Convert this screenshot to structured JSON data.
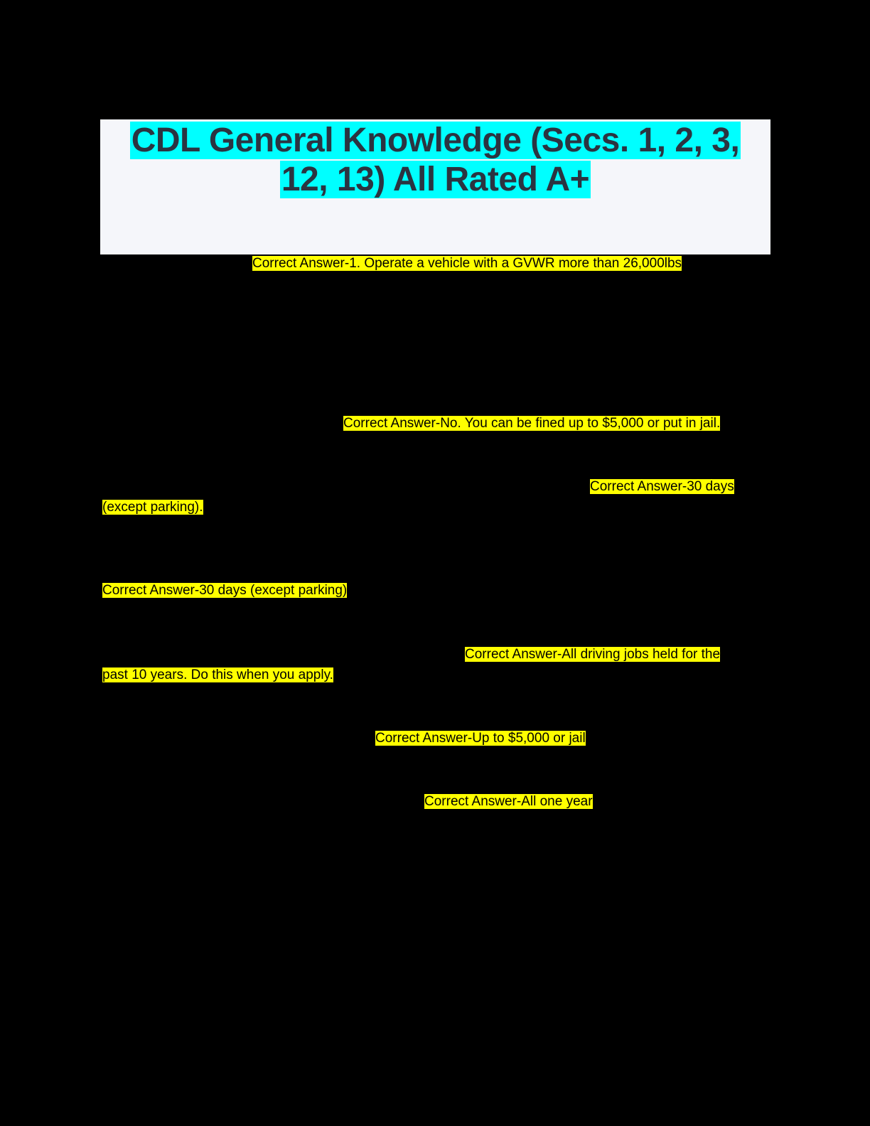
{
  "document": {
    "title_line1": "CDL General Knowledge (Secs. 1, 2, 3,",
    "title_line2": "12, 13) All Rated A+",
    "colors": {
      "page_background": "#000000",
      "header_background": "#f5f6fa",
      "title_highlight": "#00ffff",
      "title_text": "#2b3441",
      "answer_highlight": "#ffff00"
    },
    "answers": [
      {
        "text": "Correct Answer-1. Operate a vehicle with a GVWR more than 26,000lbs"
      },
      {
        "text": "Correct Answer-No. You can be fined up to $5,000 or put in jail."
      },
      {
        "line1": "Correct Answer-30 days",
        "line2": "(except parking)."
      },
      {
        "text": "Correct Answer-30 days (except parking)"
      },
      {
        "line1": "Correct Answer-All driving jobs held for the",
        "line2": "past 10 years. Do this when you apply."
      },
      {
        "text": "Correct Answer-Up to $5,000 or jail"
      },
      {
        "text": "Correct Answer-All one year"
      }
    ]
  }
}
